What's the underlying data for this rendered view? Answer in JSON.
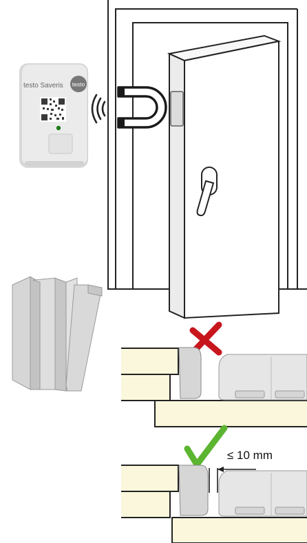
{
  "device": {
    "brand_text": "testo Saveris",
    "logo_text": "testo"
  },
  "measurement": {
    "max_gap_label": "≤ 10 mm"
  },
  "status": {
    "wrong_mark_color": "#c8161d",
    "correct_mark_color": "#5cb531",
    "wrong_icon": "cross-icon",
    "correct_icon": "check-icon"
  },
  "colors": {
    "outline": "#222222",
    "shelf_fill": "#fbf7dc",
    "device_fill": "#e9e9e9",
    "magnet_fill": "#1a1a1a"
  }
}
